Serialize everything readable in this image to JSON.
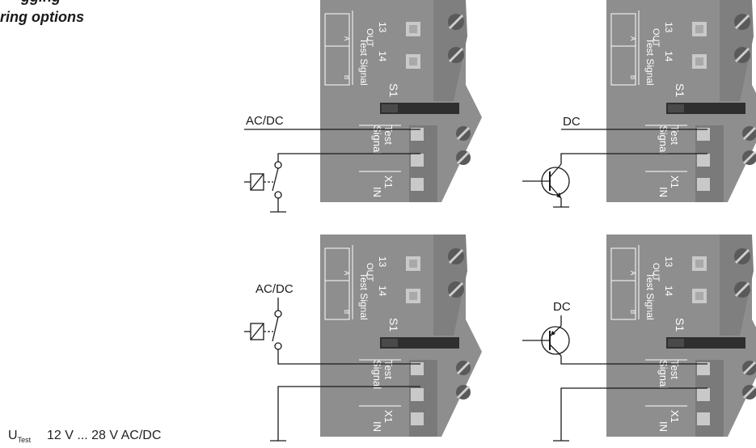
{
  "header": {
    "line1": "gging",
    "line2": "ring options"
  },
  "utest": {
    "symbol": "U",
    "subscript": "Test",
    "value": "12 V ... 28 V  AC/DC"
  },
  "module": {
    "out_label": "OUT",
    "terminal_13": "13",
    "terminal_14": "14",
    "test_signal_label": "Test Signal",
    "switch_label": "S1",
    "test_label": "Test",
    "signal_label": "Signal",
    "x1_label": "X1",
    "in_label": "IN",
    "switch_a": "A",
    "switch_b": "B"
  },
  "panels": [
    {
      "label": "AC/DC",
      "source": "relay-contact"
    },
    {
      "label": "DC",
      "source": "npn-transistor"
    },
    {
      "label": "AC/DC",
      "source": "relay-contact"
    },
    {
      "label": "DC",
      "source": "pnp-transistor"
    }
  ],
  "colors": {
    "module_body": "#8e8e8e",
    "module_edge": "#6f6f6f",
    "terminal": "#c9c9c9",
    "switch": "#2f2f2f",
    "wire": "#1a1a1a"
  }
}
